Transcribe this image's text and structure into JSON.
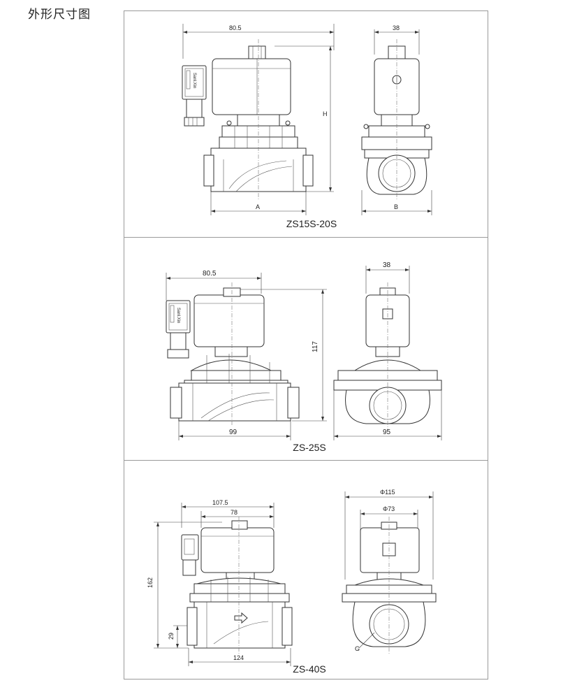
{
  "page": {
    "heading": "外形尺寸图"
  },
  "panels": {
    "zs15": {
      "model": "ZS15S-20S",
      "dims": {
        "width": "80.5",
        "depth": "38",
        "height": "H",
        "port_a": "A",
        "port_b": "B"
      },
      "coil_text": "Sanl.Xin"
    },
    "zs25": {
      "model": "ZS-25S",
      "dims": {
        "width": "80.5",
        "depth": "38",
        "height": "117",
        "port_a": "99",
        "port_b": "95"
      },
      "coil_text": "Sanl.Xin"
    },
    "zs40": {
      "model": "ZS-40S",
      "dims": {
        "overall": "107.5",
        "coil": "78",
        "height": "162",
        "port_h": "29",
        "length": "124",
        "outer_dia": "Φ115",
        "inner_dia": "Φ73",
        "thread": "G"
      }
    }
  }
}
